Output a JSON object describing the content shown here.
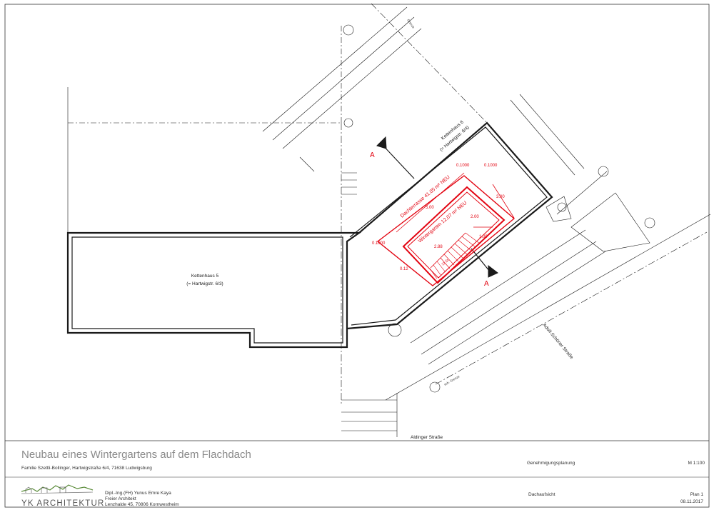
{
  "drawing": {
    "house_a": {
      "name": "Kettenhaus 5",
      "address": "(= Hartwigstr. 6/3)"
    },
    "house_b": {
      "name": "Kettenhaus 6",
      "address": "(= Hartwigstr. 6/4)"
    },
    "street_right": "Adolf-Schöner Straße",
    "street_bottom": "Aldinger Straße",
    "boundary_top": "Grenze",
    "boundary_bottom": "sch. Grenze",
    "section_marker": "A",
    "roof_terrace": "Dachterrasse 41,05 m² NEU",
    "winter_garden": "Wintergarten 12,07 m² NEU",
    "dims_red": {
      "d1": "0.1000",
      "d2": "0.1000",
      "d3": "3.00",
      "d4": "5.00",
      "d5": "2.00",
      "d6": "1.00",
      "d7": "2.88",
      "d8": "0.1000",
      "d9": "0.12"
    },
    "stairs_label": "11 St."
  },
  "title_block": {
    "project_title": "Neubau eines Wintergartens auf dem Flachdach",
    "client": "Familie Szettli-Bollinger, Hartwigstraße 6/4, 71638 Ludwigsburg",
    "phase": "Genehmigungsplanung",
    "scale": "M 1:100",
    "logo_text": "YK ARCHITEKTUR",
    "architect_line1": "Dipl.-Ing.(FH) Yunus Emre Kaya",
    "architect_line2": "Freier Architekt",
    "architect_line3": "Lenzhalde 45, 70806 Kornwestheim",
    "plan_type": "Dachaufsicht",
    "plan_number": "Plan 1",
    "date": "08.11.2017"
  }
}
